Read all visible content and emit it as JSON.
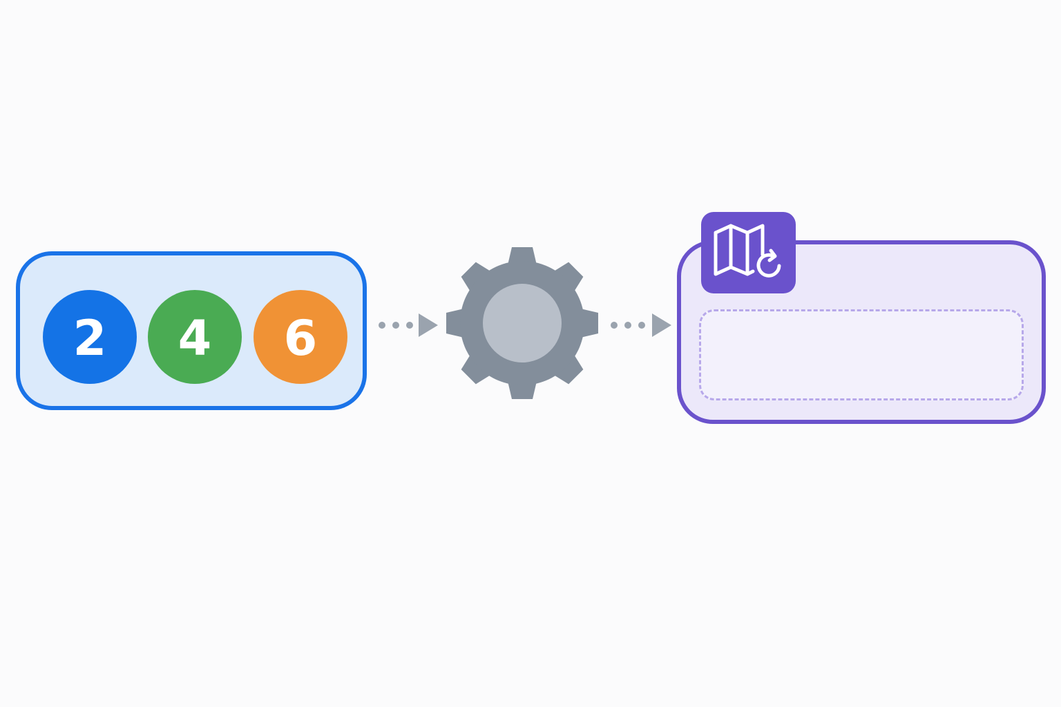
{
  "input": {
    "items": [
      {
        "label": "2",
        "color": "#1473e6"
      },
      {
        "label": "4",
        "color": "#4aab53"
      },
      {
        "label": "6",
        "color": "#f09235"
      }
    ],
    "border_color": "#1a73e8",
    "fill_color": "#dbeafb"
  },
  "process": {
    "icon": "gear-icon",
    "color": "#838e9b",
    "hub_color": "#b8bfc9"
  },
  "output": {
    "icon": "map-refresh-icon",
    "badge_color": "#6a52cc",
    "border_color": "#6a52cc",
    "fill_color": "#ece8fa",
    "slot_state": "empty"
  },
  "connector_color": "#9aa3ae"
}
